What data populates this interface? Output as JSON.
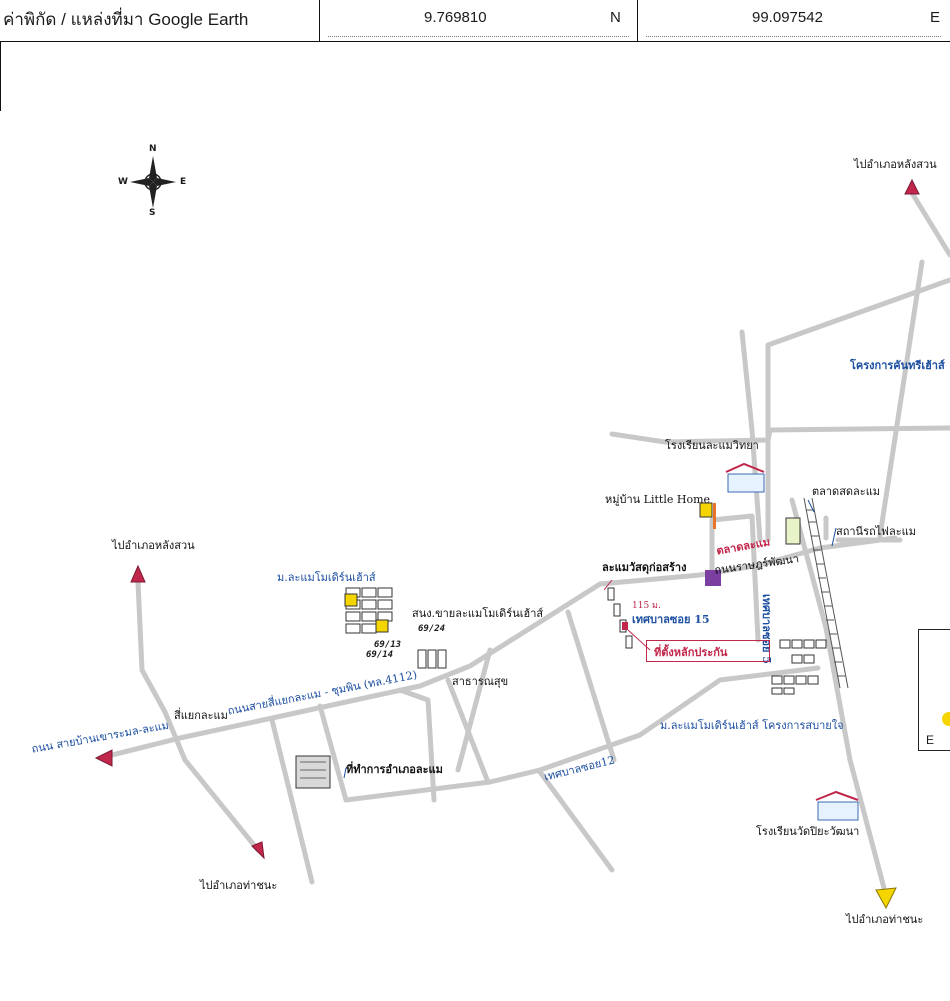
{
  "header": {
    "source_label": "ค่าพิกัด / แหล่งที่มา Google Earth",
    "lat_value": "9.769810",
    "lat_suffix": "N",
    "lon_value": "99.097542",
    "lon_suffix": "E"
  },
  "compass": {
    "n": "N",
    "s": "S",
    "e": "E",
    "w": "W"
  },
  "labels": {
    "to_langsuan_top_right": "ไปอำเภอหลังสวน",
    "to_langsuan_left": "ไปอำเภอหลังสวน",
    "to_thachana_bottom_left": "ไปอำเภอท่าชนะ",
    "to_thachana_bottom_right": "ไปอำเภอท่าชนะ",
    "project_kanrawee": "โครงการคันทรีเฮ้าส์",
    "school_lamae_wittaya": "โรงเรียนละแมวิทยา",
    "village_little_home": "หมู่บ้าน Little Home",
    "fresh_market": "ตลาดสดละแม",
    "train_station": "สถานีรถไฟละแม",
    "lamae_market": "ตลาดละแม",
    "lamae_construction": "ละแมวัสดุก่อสร้าง",
    "road_ratburana": "ถนนราษฎร์พัฒนา",
    "distance_115": "115 ม.",
    "soi_15": "เทศบาลซอย 15",
    "soi_5": "เทศบาลซอย 5",
    "collateral_location": "ที่ตั้งหลักประกัน",
    "modern_house_top": "ม.ละแมโมเดิร์นเฮ้าส์",
    "sales_office": "สนง.ขายละแมโมเดิร์นเฮ้าส์",
    "plot_6924": "69/24",
    "plot_6913": "69/13",
    "plot_6914": "69/14",
    "public_health": "สาธารณสุข",
    "intersection_lamae": "สี่แยกละแม",
    "road_main": "ถนนสายสี่แยกละแม - ชุมพิน (ทล.4112)",
    "road_bankaoma": "ถนน สายบ้านเขาระมล-ละแม",
    "district_office": "ที่ทำการอำเภอละแม",
    "soi_12": "เทศบาลซอย12",
    "modern_house_sabai": "ม.ละแมโมเดิร์นเฮ้าส์ โครงการสบายใจ",
    "school_wat_piyawat": "โรงเรียนวัดปิยะวัฒนา",
    "legend_e": "E"
  },
  "colors": {
    "road": "#c8c8c8",
    "text_blue": "#1c4fa0",
    "text_red": "#c1274a",
    "arrow_red": "#c1274a",
    "arrow_yellow": "#f4d500",
    "marker_yellow": "#f4d500",
    "marker_purple": "#7a3fa0"
  }
}
